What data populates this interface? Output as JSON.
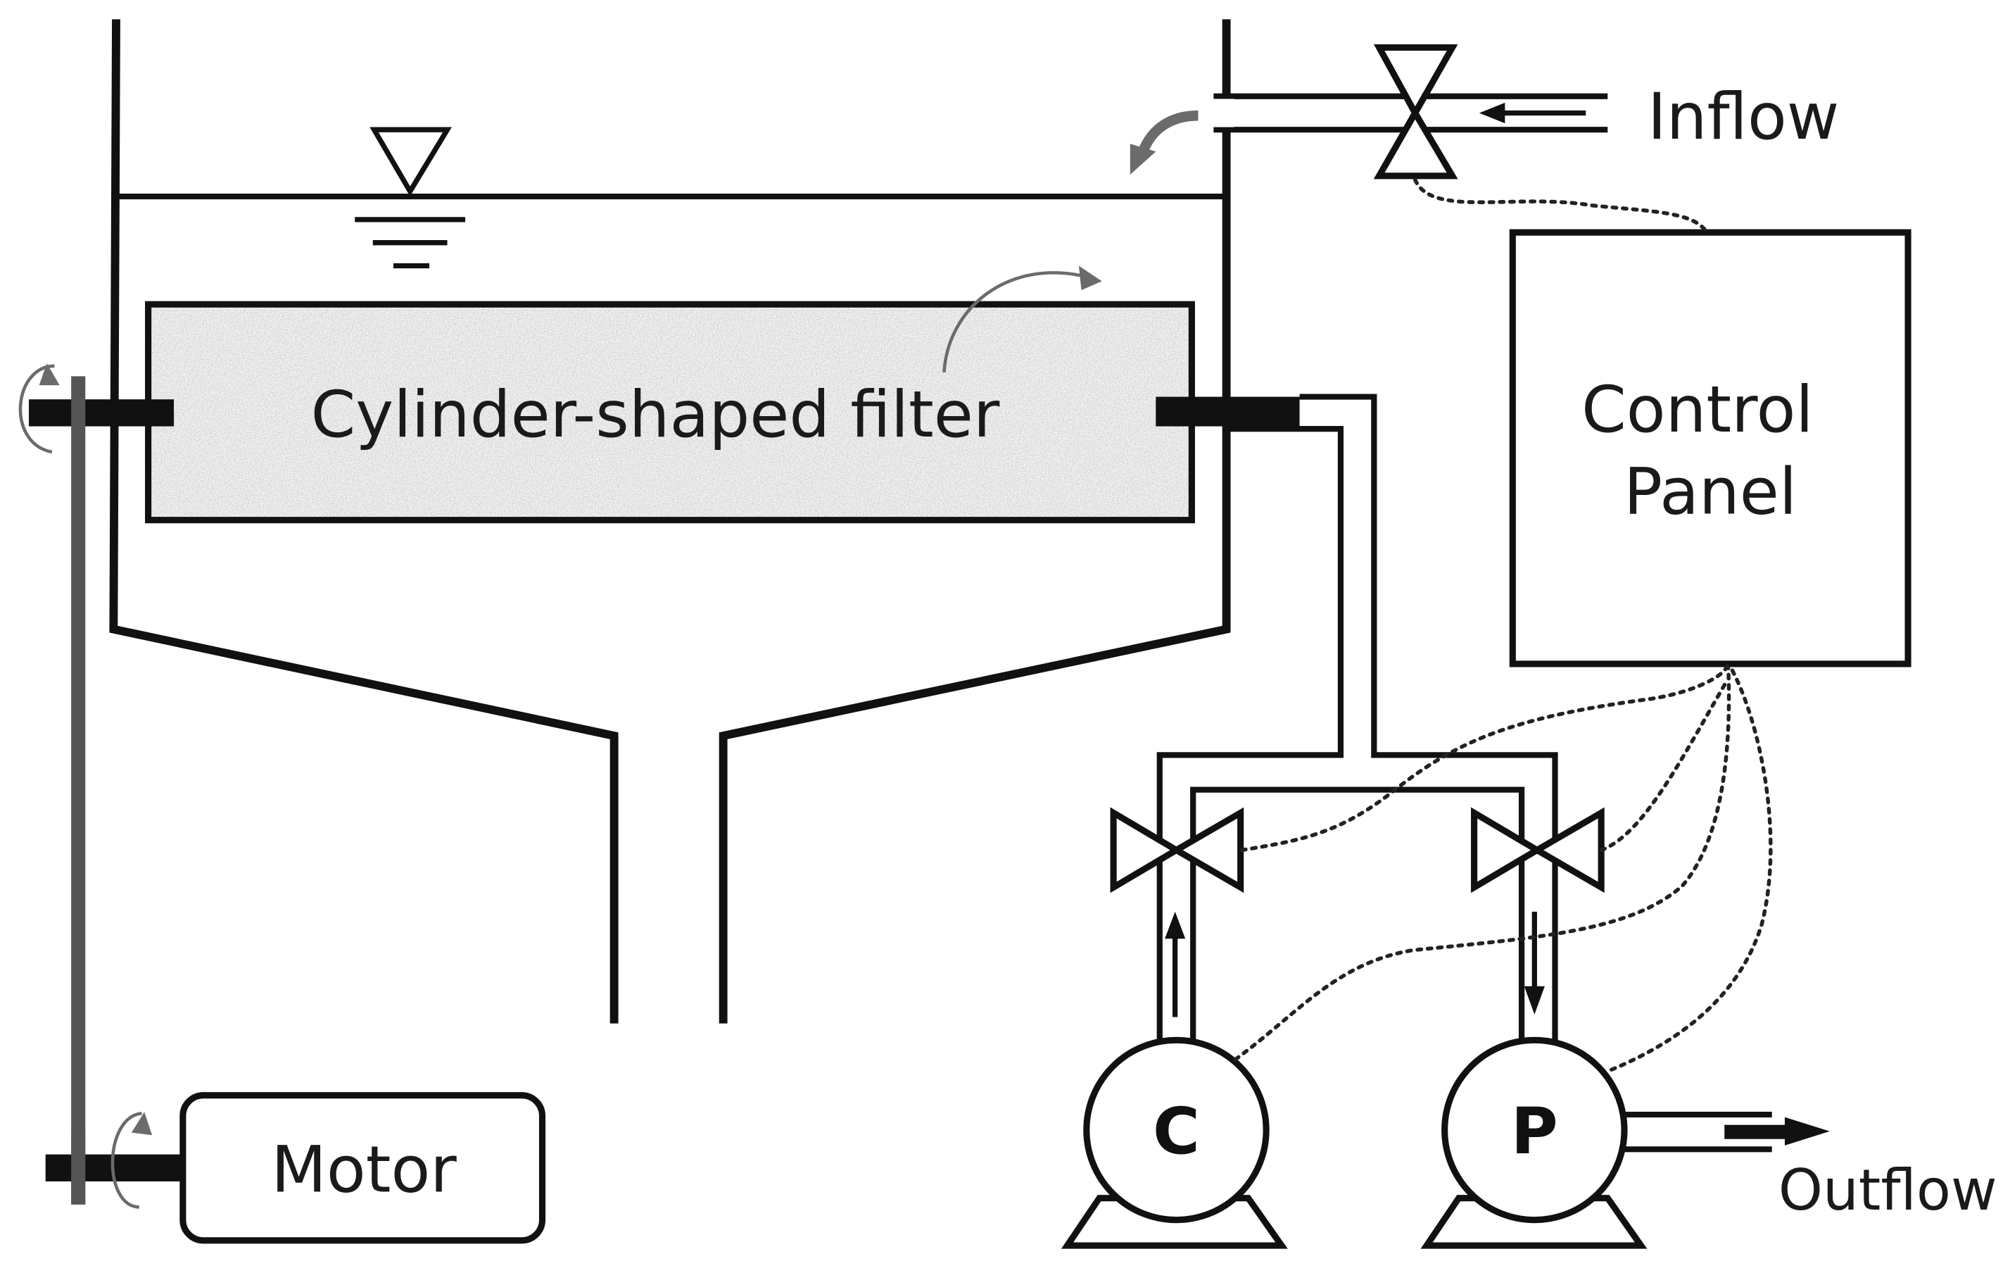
{
  "labels": {
    "inflow": "Inflow",
    "outflow": "Outflow",
    "control_panel_line1": "Control",
    "control_panel_line2": "Panel",
    "filter": "Cylinder-shaped filter",
    "motor": "Motor",
    "pump_c": "C",
    "pump_p": "P"
  }
}
